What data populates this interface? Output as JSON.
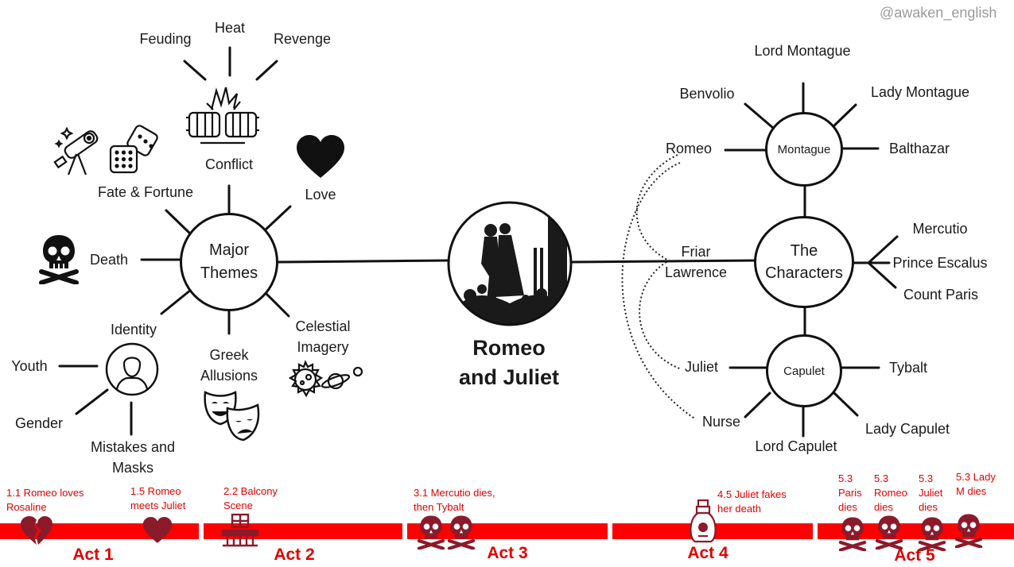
{
  "watermark": "@awaken_english",
  "center": {
    "title_line1": "Romeo",
    "title_line2": "and Juliet"
  },
  "themes": {
    "hub_line1": "Major",
    "hub_line2": "Themes",
    "conflict": "Conflict",
    "feuding": "Feuding",
    "heat": "Heat",
    "revenge": "Revenge",
    "love": "Love",
    "fate": "Fate & Fortune",
    "death": "Death",
    "identity": "Identity",
    "youth": "Youth",
    "gender": "Gender",
    "mistakes_line1": "Mistakes and",
    "mistakes_line2": "Masks",
    "greek_line1": "Greek",
    "greek_line2": "Allusions",
    "celestial_line1": "Celestial",
    "celestial_line2": "Imagery"
  },
  "characters": {
    "hub_line1": "The",
    "hub_line2": "Characters",
    "montague": "Montague",
    "capulet": "Capulet",
    "lord_montague": "Lord Montague",
    "benvolio": "Benvolio",
    "lady_montague": "Lady Montague",
    "romeo": "Romeo",
    "balthazar": "Balthazar",
    "friar_line1": "Friar",
    "friar_line2": "Lawrence",
    "mercutio": "Mercutio",
    "prince": "Prince Escalus",
    "paris": "Count Paris",
    "juliet": "Juliet",
    "tybalt": "Tybalt",
    "nurse": "Nurse",
    "lady_capulet": "Lady Capulet",
    "lord_capulet": "Lord Capulet"
  },
  "timeline": {
    "acts": [
      "Act 1",
      "Act 2",
      "Act 3",
      "Act 4",
      "Act 5"
    ],
    "events": {
      "e11": "1.1 Romeo loves Rosaline",
      "e15": "1.5 Romeo meets Juliet",
      "e22": "2.2 Balcony Scene",
      "e31": "3.1 Mercutio dies, then Tybalt",
      "e45": "4.5 Juliet fakes her death",
      "e53a": "5.3 Paris dies",
      "e53b": "5.3 Romeo dies",
      "e53c": "5.3 Juliet dies",
      "e53d": "5.3 Lady M dies"
    }
  },
  "colors": {
    "accent_red": "#ff0000",
    "icon_dark_red": "#8b1a2b",
    "line": "#111111"
  },
  "icons": [
    "fist-bump-icon",
    "heart-icon",
    "dice-icon",
    "telescope-icon",
    "skull-crossbones-icon",
    "person-icon",
    "theatre-masks-icon",
    "sun-planet-icon",
    "lovers-silhouette-icon",
    "broken-heart-icon",
    "balcony-icon",
    "poison-bottle-icon"
  ]
}
